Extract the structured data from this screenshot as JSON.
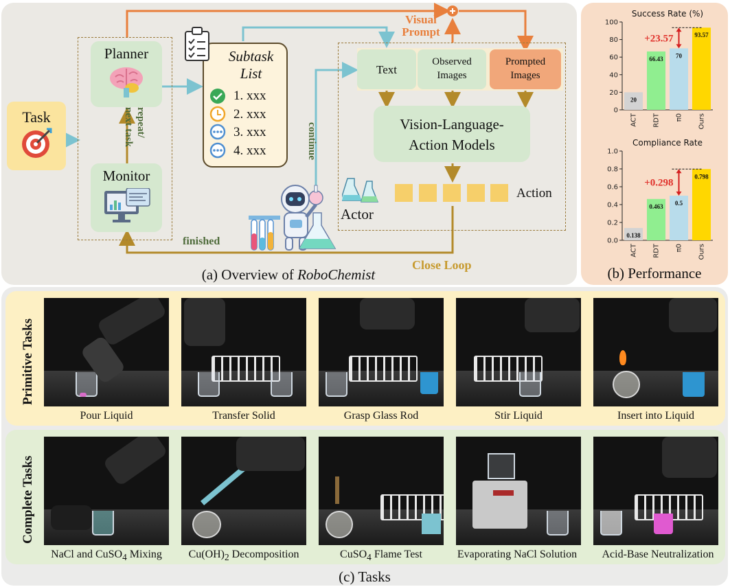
{
  "overview": {
    "caption_prefix": "(a) Overview of ",
    "caption_name": "RoboChemist",
    "task_label": "Task",
    "planner_label": "Planner",
    "monitor_label": "Monitor",
    "subtask_title_line1": "Subtask",
    "subtask_title_line2": "List",
    "subtask_items": [
      "1. xxx",
      "2. xxx",
      "3. xxx",
      "4. xxx"
    ],
    "repeat_label_line1": "repeat/",
    "repeat_label_line2": "next task",
    "continue_label": "continue",
    "finished_label": "finished",
    "visual_prompt_line1": "Visual",
    "visual_prompt_line2": "Prompt",
    "text_label": "Text",
    "observed_line1": "Observed",
    "observed_line2": "Images",
    "prompted_line1": "Prompted",
    "prompted_line2": "Images",
    "vla_line1": "Vision-Language-",
    "vla_line2": "Action  Models",
    "action_label": "Action",
    "actor_label": "Actor",
    "close_loop_label": "Close  Loop",
    "colors": {
      "orange": "#e87f3c",
      "blue": "#7cc3d0",
      "gold": "#b38a2a",
      "red": "#e0302a"
    }
  },
  "performance": {
    "caption": "(b) Performance",
    "success_delta": "+23.57",
    "compliance_delta": "+0.298"
  },
  "chart_data": [
    {
      "type": "bar",
      "title": "Success Rate (%)",
      "categories": [
        "ACT",
        "RDT",
        "π0",
        "Ours"
      ],
      "values": [
        20,
        66.43,
        70,
        93.57
      ],
      "value_labels": [
        "20",
        "66.43",
        "70",
        "93.57"
      ],
      "yticks": [
        "0",
        "20",
        "40",
        "60",
        "80",
        "100"
      ],
      "ylim": [
        0,
        100
      ],
      "colors": [
        "#d3d3d3",
        "#90ee90",
        "#b8dceb",
        "#ffd700"
      ]
    },
    {
      "type": "bar",
      "title": "Compliance Rate",
      "categories": [
        "ACT",
        "RDT",
        "π0",
        "Ours"
      ],
      "values": [
        0.138,
        0.463,
        0.5,
        0.798
      ],
      "value_labels": [
        "0.138",
        "0.463",
        "0.5",
        "0.798"
      ],
      "yticks": [
        "0.0",
        "0.2",
        "0.4",
        "0.6",
        "0.8",
        "1.0"
      ],
      "ylim": [
        0,
        1
      ],
      "colors": [
        "#d3d3d3",
        "#90ee90",
        "#b8dceb",
        "#ffd700"
      ]
    }
  ],
  "tasks": {
    "caption": "(c) Tasks",
    "primitive_label": "Primitive Tasks",
    "complete_label": "Complete Tasks",
    "primitive": [
      "Pour Liquid",
      "Transfer Solid",
      "Grasp Glass Rod",
      "Stir Liquid",
      "Insert into Liquid"
    ],
    "complete": [
      {
        "pre": "NaCl and CuSO",
        "sub": "4",
        "post": " Mixing"
      },
      {
        "pre": "Cu(OH)",
        "sub": "2",
        "post": " Decomposition"
      },
      {
        "pre": "CuSO",
        "sub": "4",
        "post": " Flame Test"
      },
      {
        "pre": "Evaporating NaCl Solution",
        "sub": "",
        "post": ""
      },
      {
        "pre": "Acid-Base Neutralization",
        "sub": "",
        "post": ""
      }
    ]
  }
}
